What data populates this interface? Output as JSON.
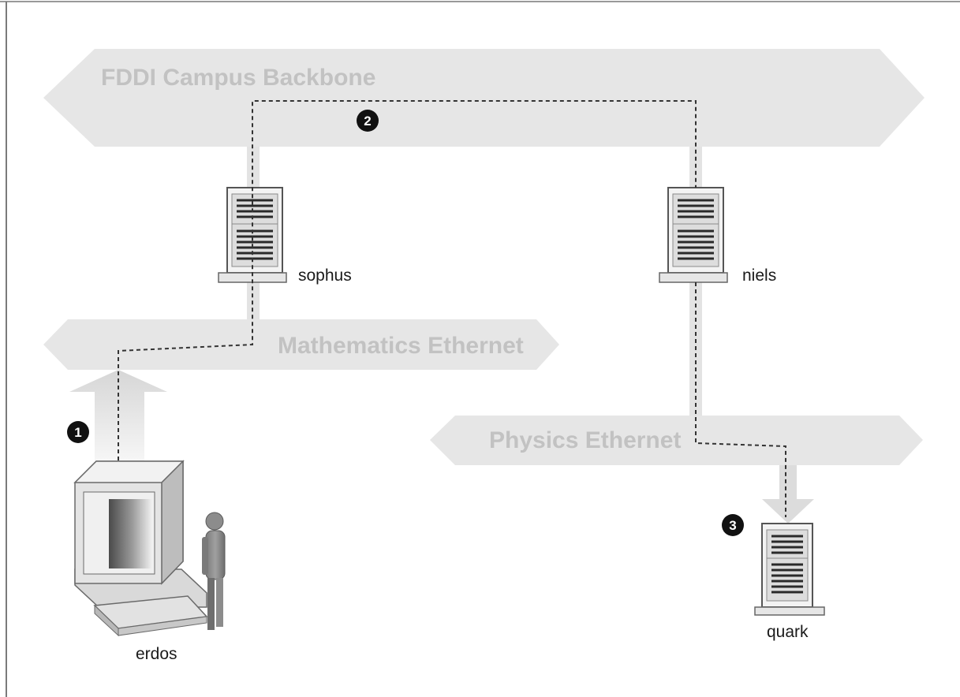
{
  "networks": {
    "fddi": "FDDI Campus Backbone",
    "math": "Mathematics Ethernet",
    "physics": "Physics Ethernet"
  },
  "hosts": {
    "sophus": "sophus",
    "niels": "niels",
    "erdos": "erdos",
    "quark": "quark"
  },
  "steps": [
    "1",
    "2",
    "3"
  ]
}
